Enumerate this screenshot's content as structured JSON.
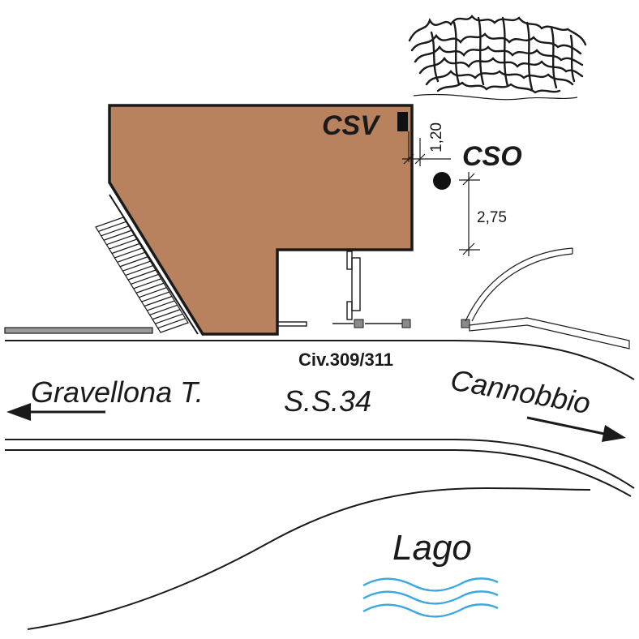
{
  "labels": {
    "csv": "CSV",
    "cso": "CSO",
    "dim_csv": "1,20",
    "dim_cso": "2,75",
    "civic_number": "Civ.309/311",
    "road": "S.S.34",
    "direction_left": "Gravellona T.",
    "direction_right": "Cannobbio",
    "lake": "Lago"
  },
  "colors": {
    "building": "#b8825e",
    "water": "#3ba9e0",
    "marker_grey": "#8a8a8a",
    "wall_grey": "#9a9a9a"
  },
  "icons": {
    "csv_marker": "black-square",
    "cso_marker": "black-circle",
    "arrow_left": "arrow-left-icon",
    "arrow_right": "arrow-right-icon"
  }
}
